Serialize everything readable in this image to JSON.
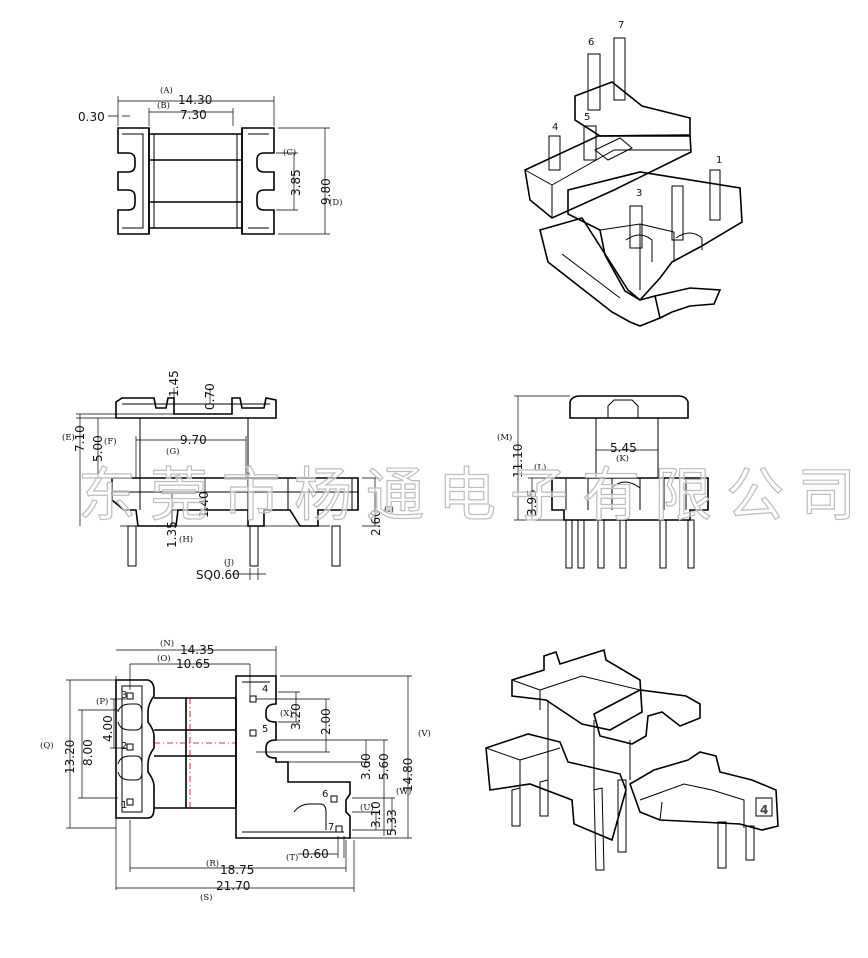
{
  "watermark": "东莞市杨通电子有限公司",
  "top_view": {
    "labels": {
      "A": "(A)",
      "B": "(B)",
      "C": "(C)",
      "D": "(D)"
    },
    "values": {
      "A": "14.30",
      "B": "7.30",
      "t": "0.30",
      "C": "3.85",
      "D": "9.80"
    }
  },
  "iso_top": {
    "pins": [
      "1",
      "3",
      "4",
      "5",
      "6",
      "7"
    ]
  },
  "front_view": {
    "labels": {
      "E": "(E)",
      "F": "(F)",
      "G": "(G)",
      "H": "(H)",
      "I": "(I)",
      "J": "(J)"
    },
    "values": {
      "v145": "1.45",
      "v070": "0.70",
      "E": "7.10",
      "F": "5.00",
      "G": "9.70",
      "v140": "1.40",
      "H": "1.35",
      "I": "2.60",
      "J": "SQ0.60"
    }
  },
  "side_view": {
    "labels": {
      "M": "(M)",
      "K": "(K)",
      "L": "(L)"
    },
    "values": {
      "M": "11.10",
      "K": "5.45",
      "L": "3.95"
    }
  },
  "bottom_view": {
    "labels": {
      "N": "(N)",
      "O": "(O)",
      "P": "(P)",
      "Q": "(Q)",
      "X": "(X)",
      "V": "(V)",
      "W": "(W)",
      "U": "(U)",
      "T": "(T)",
      "R": "(R)",
      "S": "(S)"
    },
    "values": {
      "N": "14.35",
      "O": "10.65",
      "P": "4.00",
      "Q": "13.20",
      "v800": "8.00",
      "X": "3.20",
      "v200": "2.00",
      "v360": "3.60",
      "v560": "5.60",
      "V": "14.80",
      "W": "5.33",
      "U": "3.10",
      "T": "0.60",
      "R": "18.75",
      "S": "21.70"
    },
    "pins": [
      "3",
      "2",
      "1",
      "4",
      "5",
      "6",
      "7"
    ]
  },
  "iso_bottom": {
    "pin_mark": "4"
  }
}
